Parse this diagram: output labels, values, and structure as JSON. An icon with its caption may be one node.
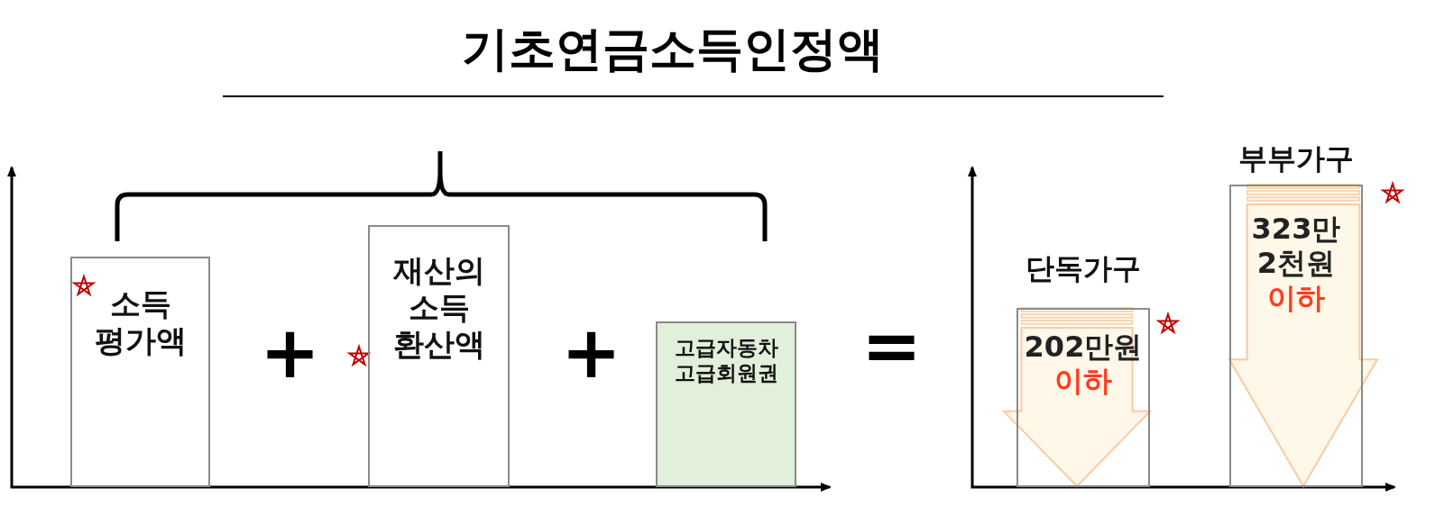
{
  "diagram": {
    "title": "기초연금소득인정액",
    "nodes": [
      {
        "text": [
          "소득 평가액"
        ]
      },
      {
        "text": [
          "재산의 소득 환산액"
        ]
      },
      {
        "text": [
          "고급자동차 고급회원권"
        ]
      },
      {
        "text": [
          "단독가구",
          "202만원",
          "이하"
        ]
      },
      {
        "text": [
          "부부가구",
          "323만 2천원",
          "이하"
        ]
      }
    ],
    "labels": [
      "+",
      "+",
      "="
    ]
  }
}
